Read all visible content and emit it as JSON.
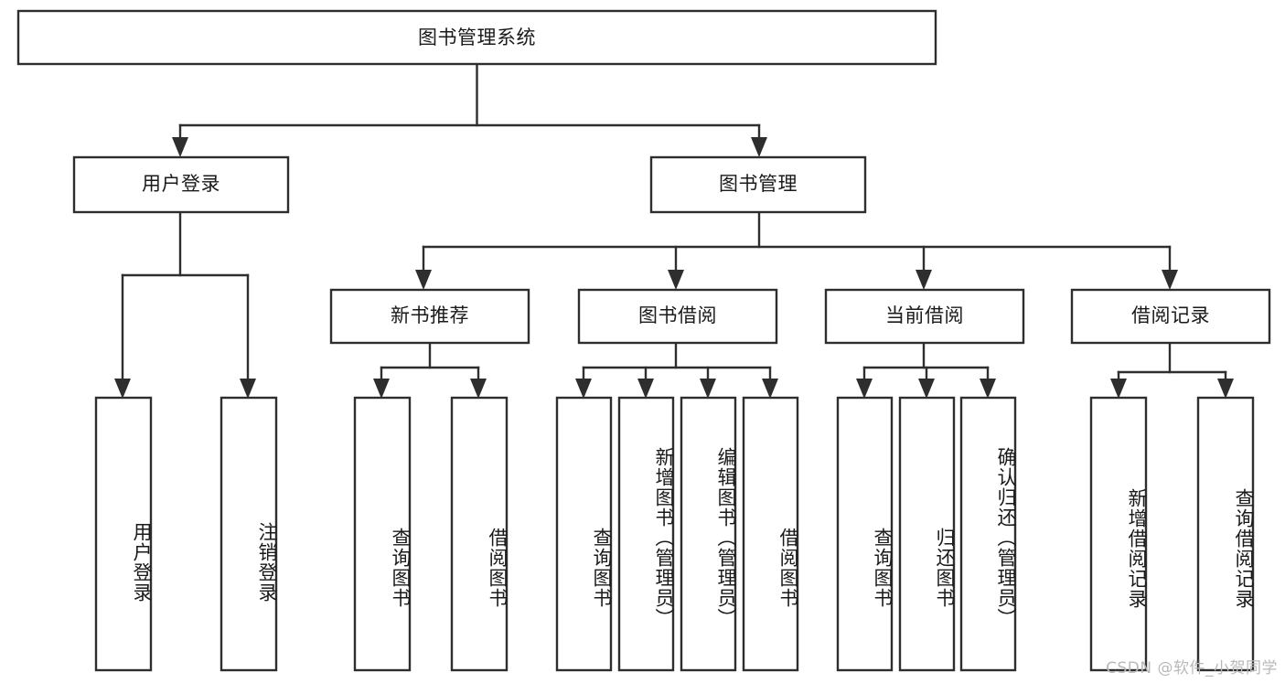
{
  "diagram": {
    "type": "hierarchy-tree",
    "orientation": "top-down",
    "title_node": {
      "id": "root",
      "label": "图书管理系统"
    },
    "level2": [
      {
        "id": "user-login",
        "label": "用户登录"
      },
      {
        "id": "book-manage",
        "label": "图书管理"
      }
    ],
    "level3": [
      {
        "id": "new-book-rec",
        "label": "新书推荐",
        "parent": "book-manage"
      },
      {
        "id": "book-borrow",
        "label": "图书借阅",
        "parent": "book-manage"
      },
      {
        "id": "current-borrow",
        "label": "当前借阅",
        "parent": "book-manage"
      },
      {
        "id": "borrow-record",
        "label": "借阅记录",
        "parent": "book-manage"
      }
    ],
    "leaves": [
      {
        "id": "leaf-user-login",
        "label": "用户登录",
        "parent": "user-login"
      },
      {
        "id": "leaf-logout-login",
        "label": "注销登录",
        "parent": "user-login"
      },
      {
        "id": "leaf-query-book-1",
        "label": "查询图书",
        "parent": "new-book-rec"
      },
      {
        "id": "leaf-borrow-book-1",
        "label": "借阅图书",
        "parent": "new-book-rec"
      },
      {
        "id": "leaf-query-book-2",
        "label": "查询图书",
        "parent": "book-borrow"
      },
      {
        "id": "leaf-add-book",
        "label": "新增图书（管理员）",
        "parent": "book-borrow"
      },
      {
        "id": "leaf-edit-book",
        "label": "编辑图书（管理员）",
        "parent": "book-borrow"
      },
      {
        "id": "leaf-borrow-book-2",
        "label": "借阅图书",
        "parent": "book-borrow"
      },
      {
        "id": "leaf-query-book-3",
        "label": "查询图书",
        "parent": "current-borrow"
      },
      {
        "id": "leaf-return-book",
        "label": "归还图书",
        "parent": "current-borrow"
      },
      {
        "id": "leaf-confirm-return",
        "label": "确认归还（管理员）",
        "parent": "current-borrow"
      },
      {
        "id": "leaf-add-record",
        "label": "新增借阅记录",
        "parent": "borrow-record"
      },
      {
        "id": "leaf-query-record",
        "label": "查询借阅记录",
        "parent": "borrow-record"
      }
    ],
    "colors": {
      "stroke": "#2e2e2e",
      "fill": "#ffffff",
      "text": "#1a1a1a",
      "watermark": "#b9b9b9",
      "background": "#ffffff"
    }
  },
  "watermark": {
    "text": "CSDN @软件_小贺同学"
  }
}
